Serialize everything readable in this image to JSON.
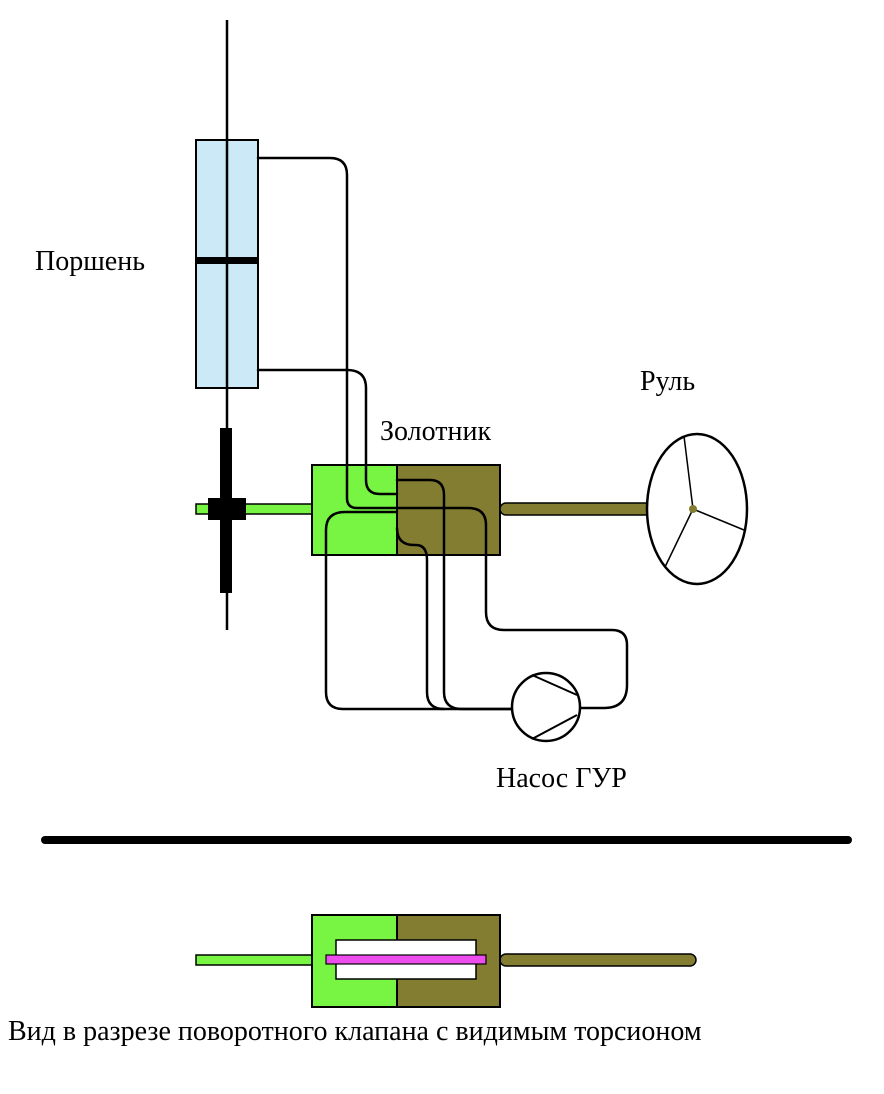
{
  "labels": {
    "piston": "Поршень",
    "spool_valve": "Золотник",
    "steering_wheel": "Руль",
    "pump": "Насос ГУР",
    "caption": "Вид в разрезе поворотного клапана с видимым торсионом"
  },
  "colors": {
    "cylinder_fill": "#cce9f7",
    "input_half": "#77f542",
    "output_half": "#837d31",
    "torsion_bar": "#ee4dee",
    "lines": "#000000",
    "background": "#ffffff"
  },
  "icons": [
    "pump-symbol-icon",
    "steering-wheel-icon"
  ]
}
